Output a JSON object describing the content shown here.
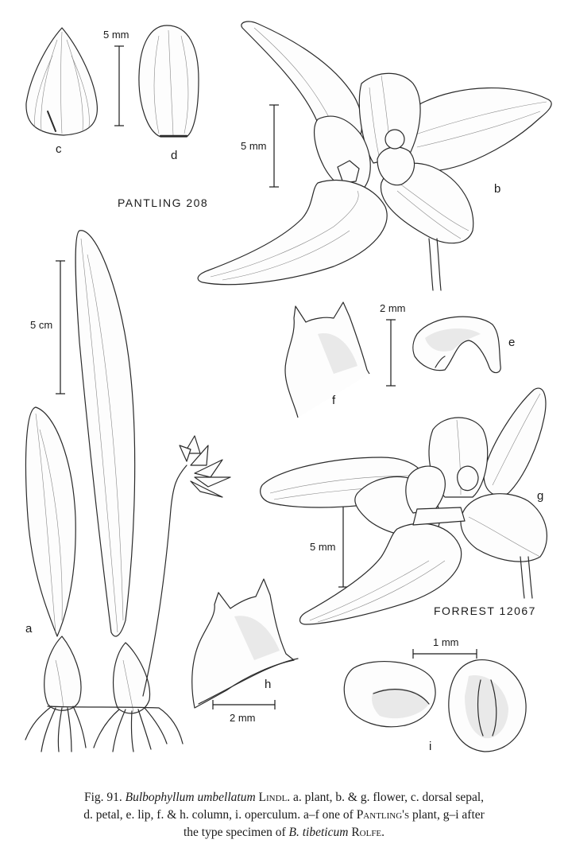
{
  "labels": {
    "a": "a",
    "b": "b",
    "c": "c",
    "d": "d",
    "e": "e",
    "f": "f",
    "g": "g",
    "h": "h",
    "i": "i"
  },
  "scales": {
    "cd": "5 mm",
    "b": "5 mm",
    "a": "5 cm",
    "ef": "2 mm",
    "g": "5 mm",
    "h": "2 mm",
    "i": "1 mm"
  },
  "collections": {
    "pantling": "PANTLING 208",
    "forrest": "FORREST 12067"
  },
  "caption": {
    "fig": "Fig. 91.",
    "species": "Bulbophyllum umbellatum",
    "author": "Lindl.",
    "line1_rest": "a. plant, b. & g. flower, c. dorsal sepal,",
    "line2": "d. petal, e. lip, f. & h. column, i. operculum. a–f one of",
    "pantling_poss": "Pantling's",
    "line2_rest": "plant, g–i after",
    "line3_pre": "the type specimen of",
    "type_species": "B. tibeticum",
    "type_author": "Rolfe."
  }
}
